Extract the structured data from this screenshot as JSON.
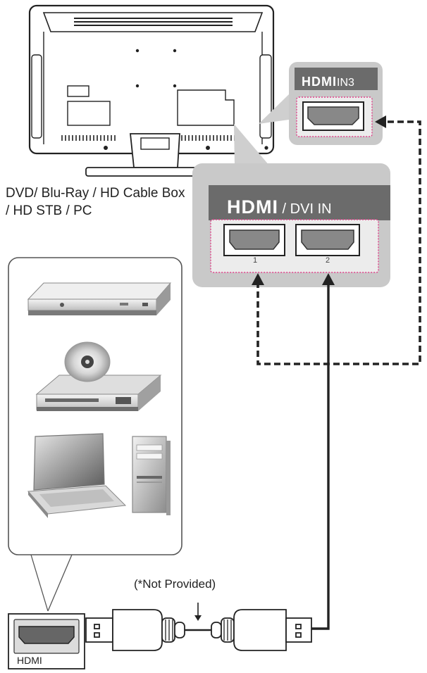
{
  "device_label": "DVD/ Blu-Ray / HD Cable Box / HD STB / PC",
  "not_provided": "(*Not Provided)",
  "hdmi_in3_brand": "HDMI",
  "hdmi_in3_suffix": "IN3",
  "hdmi_dvi_brand": "HDMI",
  "hdmi_dvi_suffix": " / DVI IN",
  "port_numbers": [
    "1",
    "2"
  ],
  "device_port_label": "HDMI",
  "colors": {
    "panel_gray": "#c9c9c9",
    "header_dark": "#6b6b6b",
    "highlight_pink": "#e0418a",
    "line": "#222222"
  }
}
